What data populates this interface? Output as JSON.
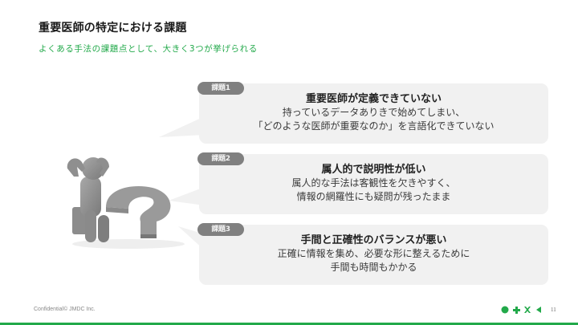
{
  "header": {
    "title": "重要医師の特定における課題",
    "subtitle": "よくある手法の課題点として、大きく3つが挙げられる"
  },
  "issues": [
    {
      "badge": "課題1",
      "title": "重要医師が定義できていない",
      "lines": [
        "持っているデータありきで始めてしまい、",
        "「どのような医師が重要なのか」を言語化できていない"
      ]
    },
    {
      "badge": "課題2",
      "title": "属人的で説明性が低い",
      "lines": [
        "属人的な手法は客観性を欠きやすく、",
        "情報の網羅性にも疑問が残ったまま"
      ]
    },
    {
      "badge": "課題3",
      "title": "手間と正確性のバランスが悪い",
      "lines": [
        "正確に情報を集め、必要な形に整えるために",
        "手間も時間もかかる"
      ]
    }
  ],
  "illustration": {
    "icon": "confused-person-with-question-mark-icon"
  },
  "footer": {
    "copyright": "Confidential© JMDC Inc.",
    "page_number": "11",
    "brand_color": "#22a94a"
  }
}
